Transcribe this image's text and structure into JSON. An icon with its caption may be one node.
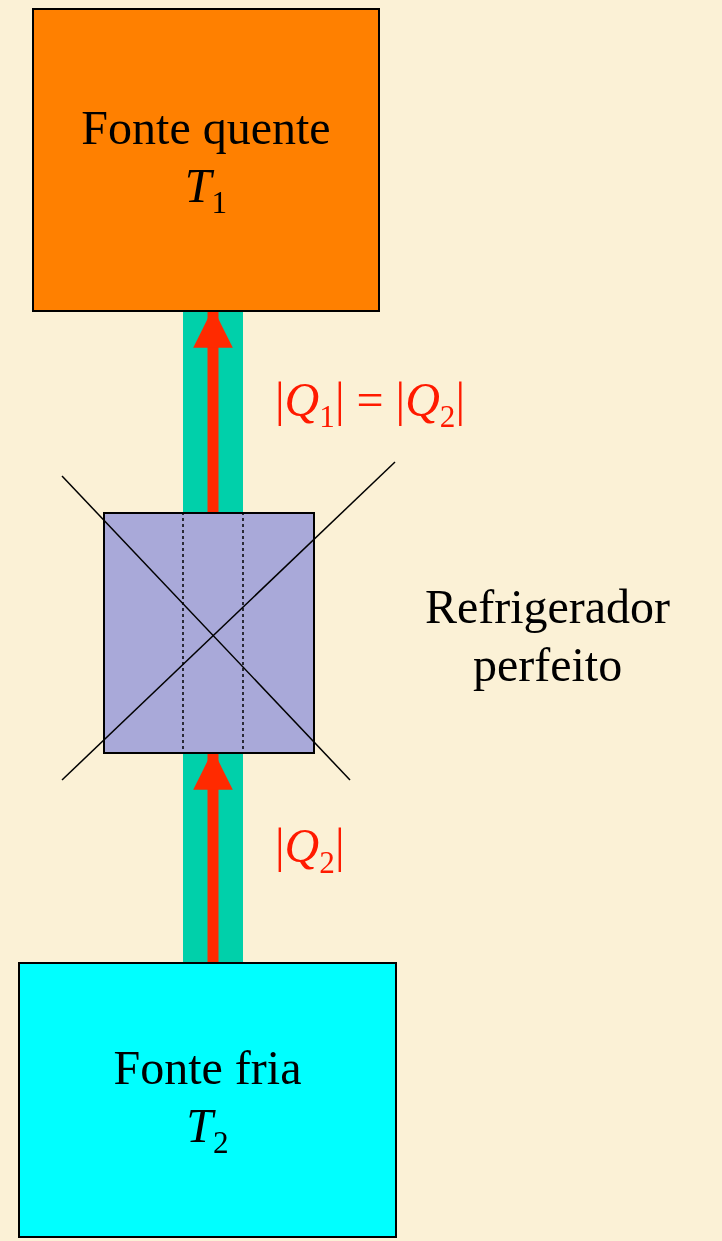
{
  "diagram": {
    "nodes": [
      {
        "text": [
          "Fonte quente *T*$_{1}$"
        ]
      },
      {
        "text": [],
        "shape": "box",
        "beside": [
          "Refrigerador perfeito"
        ]
      },
      {
        "text": [
          "Fonte fria  *T*$_{2}$"
        ]
      }
    ],
    "edges": [
      {
        "from": 2,
        "to": 1,
        "arrow": "to",
        "label": "|*Q*$_{2}$|"
      },
      {
        "from": 1,
        "to": 0,
        "arrow": "to",
        "label": "|*Q*$_{1}$| = |*Q*$_{2}$|"
      }
    ]
  }
}
